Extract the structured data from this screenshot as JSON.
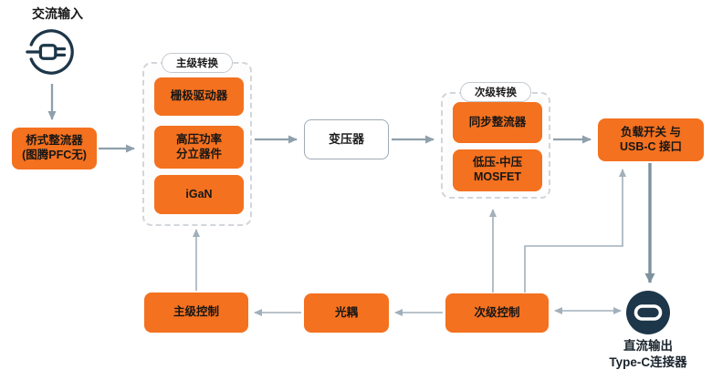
{
  "diagram": {
    "ac_input": {
      "label": "交流输入"
    },
    "bridge_rectifier": {
      "line1": "桥式整流器",
      "line2": "(图腾PFC无)"
    },
    "primary_group": {
      "title": "主级转换",
      "gate_driver": "栅极驱动器",
      "hv_power_line1": "高压功率",
      "hv_power_line2": "分立器件",
      "igan": "iGaN"
    },
    "transformer": {
      "label": "变压器"
    },
    "secondary_group": {
      "title": "次级转换",
      "sync_rectifier": "同步整流器",
      "mosfet_line1": "低压-中压",
      "mosfet_line2": "MOSFET"
    },
    "load_switch": {
      "line1": "负载开关 与",
      "line2": "USB-C 接口"
    },
    "dc_output": {
      "line1": "直流输出",
      "line2": "Type-C连接器"
    },
    "primary_control": {
      "label": "主级控制"
    },
    "optocoupler": {
      "label": "光耦"
    },
    "secondary_control": {
      "label": "次级控制"
    },
    "icons": {
      "ac_plug": "plug-in-circle-icon",
      "usb_c_port": "usb-c-connector-icon"
    },
    "colors": {
      "block_orange": "#F4711F",
      "icon_navy": "#1D3649",
      "arrow_gray": "#8FA0AC",
      "arrow_light": "#A2B0BB",
      "arrow_dark": "#7E919E",
      "text_dark": "#171717"
    }
  }
}
